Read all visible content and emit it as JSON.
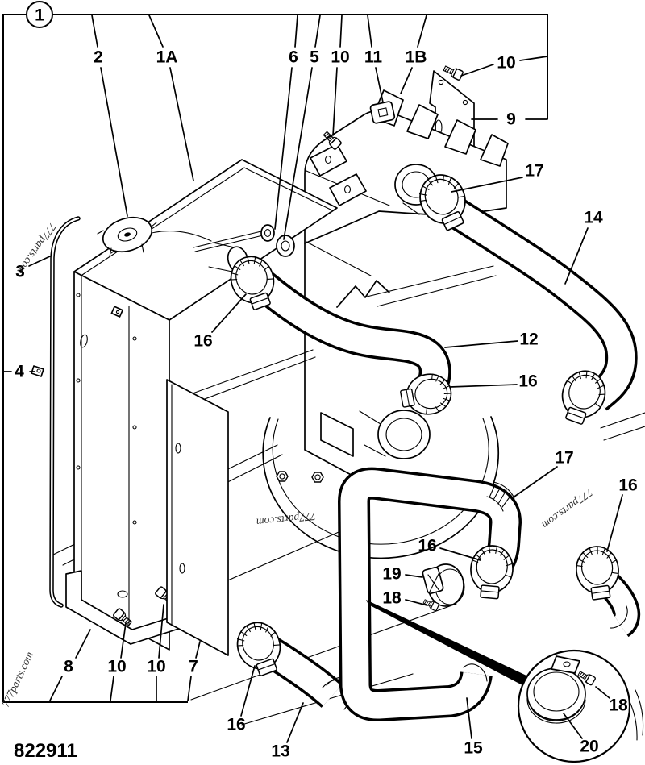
{
  "page": {
    "background": "#ffffff",
    "line_color": "#000000"
  },
  "figure": {
    "assembly_number": "1",
    "part_number": "822911",
    "watermark": "777parts.com"
  },
  "callouts": [
    {
      "label": "1"
    },
    {
      "label": "2"
    },
    {
      "label": "1A"
    },
    {
      "label": "6"
    },
    {
      "label": "5"
    },
    {
      "label": "10"
    },
    {
      "label": "11"
    },
    {
      "label": "1B"
    },
    {
      "label": "10"
    },
    {
      "label": "9"
    },
    {
      "label": "17"
    },
    {
      "label": "14"
    },
    {
      "label": "3"
    },
    {
      "label": "16"
    },
    {
      "label": "12"
    },
    {
      "label": "4"
    },
    {
      "label": "16"
    },
    {
      "label": "17"
    },
    {
      "label": "16"
    },
    {
      "label": "16"
    },
    {
      "label": "19"
    },
    {
      "label": "18"
    },
    {
      "label": "8"
    },
    {
      "label": "10"
    },
    {
      "label": "10"
    },
    {
      "label": "7"
    },
    {
      "label": "16"
    },
    {
      "label": "13"
    },
    {
      "label": "15"
    },
    {
      "label": "18"
    },
    {
      "label": "20"
    }
  ]
}
